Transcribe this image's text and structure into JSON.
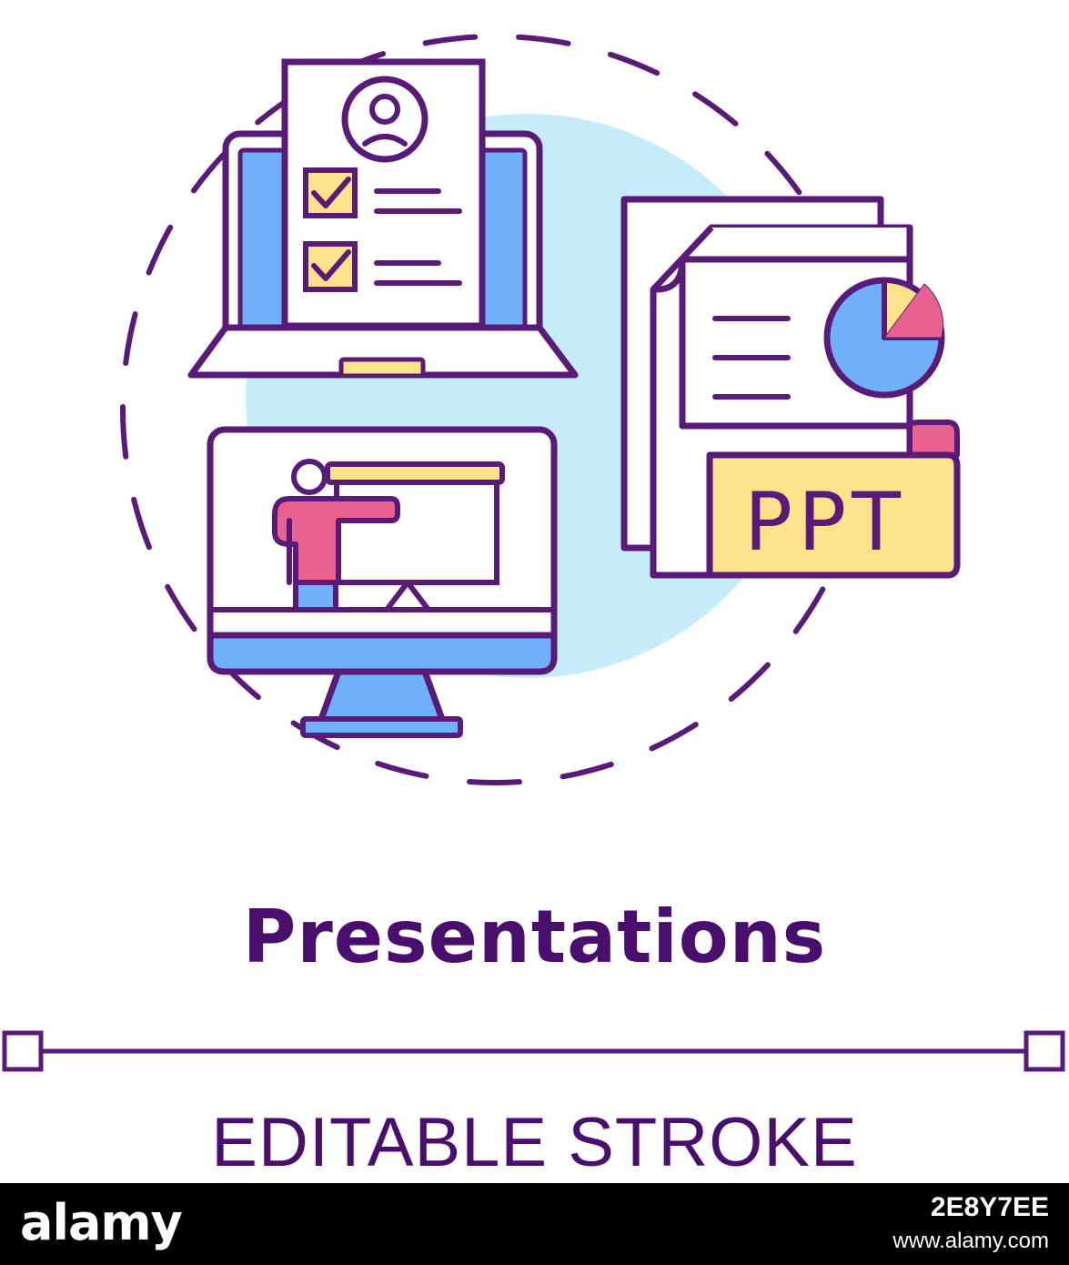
{
  "title": "Presentations",
  "subtitle": "EDITABLE STROKE",
  "ppt_label": "PPT",
  "footer": {
    "logo": "alamy",
    "image_id": "2E8Y7EE",
    "url": "www.alamy.com"
  },
  "colors": {
    "outline": "#5a1a7a",
    "text": "#4a0e6e",
    "blue": "#6fb0f9",
    "light_blue": "#c6ecfa",
    "yellow": "#fde28c",
    "pink": "#e9628f",
    "white": "#ffffff",
    "footer_bg": "#000000",
    "footer_text": "#ffffff"
  },
  "icons": [
    "laptop-icon",
    "resume-document-icon",
    "monitor-presenter-icon",
    "ppt-file-icon",
    "pie-chart-icon",
    "dashed-circle-frame"
  ]
}
